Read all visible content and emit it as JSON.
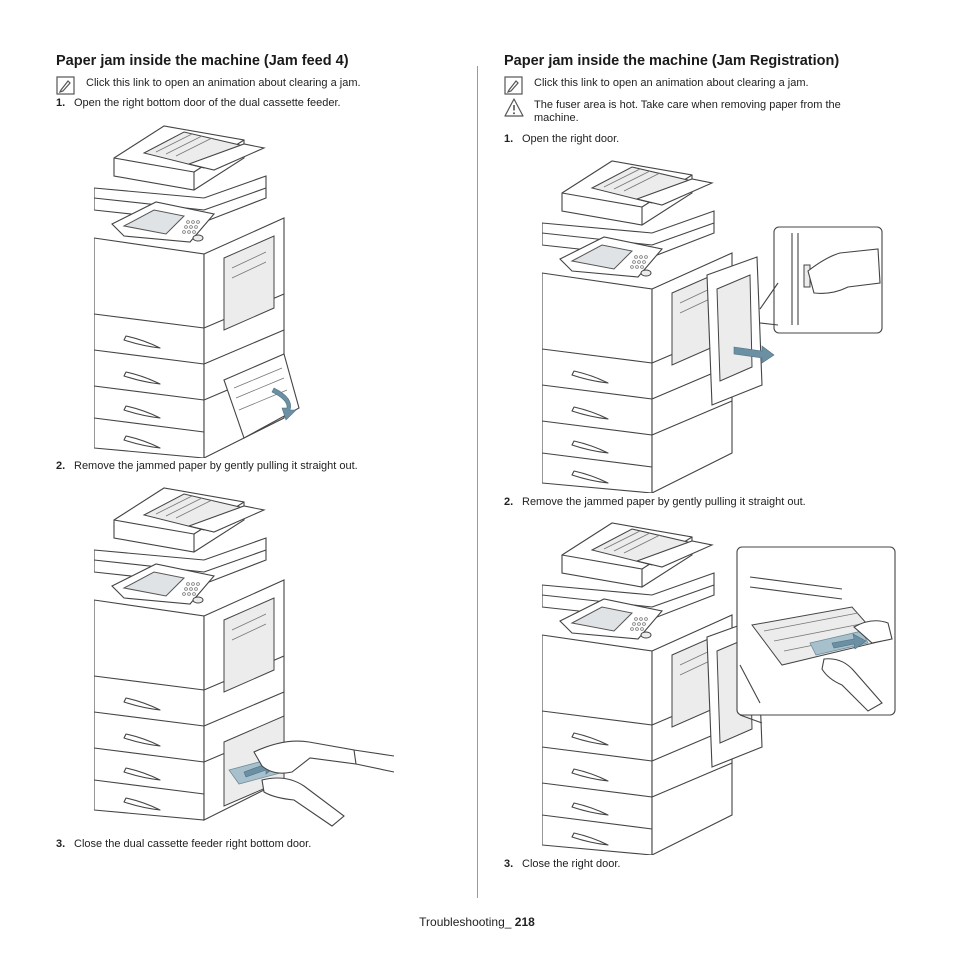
{
  "left": {
    "title": "Paper jam inside the machine (Jam feed 4)",
    "notes": [
      {
        "icon": "note-icon",
        "text": "Click this link to open an animation about clearing a jam."
      }
    ],
    "steps": [
      {
        "number": "1.",
        "text": "Open the right bottom door of the dual cassette feeder."
      },
      {
        "number": "2.",
        "text": "Remove the jammed paper by gently pulling it straight out."
      },
      {
        "number": "3.",
        "text": "Close the dual cassette feeder right bottom door."
      }
    ]
  },
  "right": {
    "title": "Paper jam inside the machine (Jam Registration)",
    "notes": [
      {
        "icon": "note-icon",
        "text": "Click this link to open an animation about clearing a jam."
      },
      {
        "icon": "warning-icon",
        "text": "The fuser area is hot. Take care when removing paper from the machine."
      }
    ],
    "steps": [
      {
        "number": "1.",
        "text": "Open the right door."
      },
      {
        "number": "2.",
        "text": "Remove the jammed paper by gently pulling it straight out."
      },
      {
        "number": "3.",
        "text": "Close the right door."
      }
    ]
  },
  "footer": {
    "section": "Troubleshooting_",
    "page": "218"
  }
}
